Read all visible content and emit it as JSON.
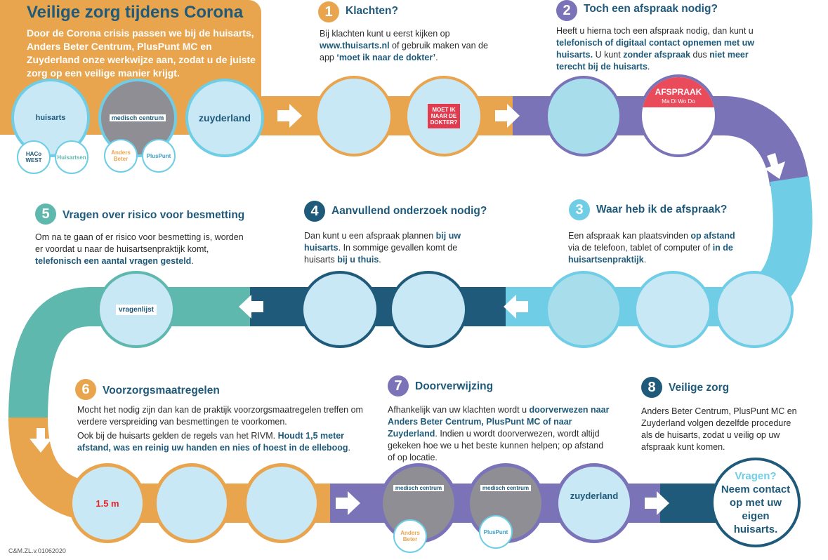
{
  "colors": {
    "orange": "#E8A54E",
    "purple": "#7B73B8",
    "light_blue": "#6FCDE6",
    "dark_blue": "#1F5A7A",
    "teal": "#5FB8AD"
  },
  "header": {
    "title": "Veilige zorg tijdens Corona",
    "intro": "Door de Corona crisis passen we bij de huisarts, Anders Beter Centrum, PlusPunt MC en Zuyderland onze werkwijze aan, zodat u de juiste zorg op een veilige manier krijgt."
  },
  "illustrations": {
    "huisarts": "huisarts",
    "medisch_centrum": "medisch centrum",
    "zuyderland": "zuyderland",
    "haco_west": "HACo WEST",
    "huisartsen": "Huisartsen",
    "anders_beter": "Anders Beter",
    "pluspunt": "PlusPunt",
    "app_screen": "MOET IK NAAR DE DOKTER?",
    "afspraak": "AFSPRAAK",
    "weekdays": "Ma Di Wo Do",
    "vragenlijst": "vragenlijst",
    "distance": "1.5 m"
  },
  "steps": [
    {
      "number": "1",
      "title": "Klachten?",
      "color": "#E8A54E",
      "body": [
        {
          "t": "Bij klachten kunt u eerst kijken op "
        },
        {
          "t": "www.thuisarts.nl",
          "b": true
        },
        {
          "t": " of gebruik maken van de app "
        },
        {
          "t": "‘moet ik naar de dokter’",
          "b": true
        },
        {
          "t": "."
        }
      ]
    },
    {
      "number": "2",
      "title": "Toch een afspraak nodig?",
      "color": "#7B73B8",
      "body": [
        {
          "t": "Heeft u hierna toch een afspraak nodig, dan kunt u "
        },
        {
          "t": "telefonisch of digitaal contact opnemen met uw huisarts.",
          "b": true
        },
        {
          "t": " U kunt "
        },
        {
          "t": "zonder afspraak",
          "b": true
        },
        {
          "t": " dus "
        },
        {
          "t": "niet meer terecht bij de huisarts",
          "b": true
        },
        {
          "t": "."
        }
      ]
    },
    {
      "number": "3",
      "title": "Waar heb ik de afspraak?",
      "color": "#6FCDE6",
      "body": [
        {
          "t": "Een afspraak kan plaatsvinden "
        },
        {
          "t": "op afstand",
          "b": true
        },
        {
          "t": " via de telefoon, tablet of computer of "
        },
        {
          "t": "in de huisartsenpraktijk",
          "b": true
        },
        {
          "t": "."
        }
      ]
    },
    {
      "number": "4",
      "title": "Aanvullend onderzoek nodig?",
      "color": "#1F5A7A",
      "body": [
        {
          "t": "Dan kunt u een afspraak plannen "
        },
        {
          "t": "bij uw huisarts",
          "b": true
        },
        {
          "t": ". In sommige gevallen komt de huisarts "
        },
        {
          "t": "bij u thuis",
          "b": true
        },
        {
          "t": "."
        }
      ]
    },
    {
      "number": "5",
      "title": "Vragen over risico voor besmetting",
      "color": "#5FB8AD",
      "body": [
        {
          "t": "Om na te gaan of er risico voor besmetting is, worden er voordat u naar de huisartsenpraktijk komt, "
        },
        {
          "t": "telefonisch een aantal vragen gesteld",
          "b": true
        },
        {
          "t": "."
        }
      ]
    },
    {
      "number": "6",
      "title": "Voorzorgsmaatregelen",
      "color": "#E8A54E",
      "body": [
        {
          "t": "Mocht het nodig zijn dan kan de praktijk voorzorgsmaatregelen treffen om verdere verspreiding van besmettingen te voorkomen."
        }
      ],
      "body2": [
        {
          "t": "Ook bij de huisarts gelden de regels van het RIVM. "
        },
        {
          "t": "Houdt 1,5 meter afstand, was en reinig uw handen en nies of hoest in de elleboog",
          "b": true
        },
        {
          "t": "."
        }
      ]
    },
    {
      "number": "7",
      "title": "Doorverwijzing",
      "color": "#7B73B8",
      "body": [
        {
          "t": "Afhankelijk van uw klachten wordt u "
        },
        {
          "t": "doorverwezen naar Anders Beter Centrum, PlusPunt MC of naar Zuyderland",
          "b": true
        },
        {
          "t": ". Indien u wordt doorverwezen, wordt altijd gekeken hoe we u het beste kunnen helpen; op afstand of op locatie."
        }
      ]
    },
    {
      "number": "8",
      "title": "Veilige zorg",
      "color": "#1F5A7A",
      "body": [
        {
          "t": "Anders Beter Centrum, PlusPunt MC en Zuyderland volgen dezelfde procedure als de huisarts, zodat u veilig op uw afspraak kunt komen."
        }
      ]
    }
  ],
  "final": {
    "line1": "Vragen?",
    "line2": "Neem contact op met uw eigen huisarts."
  },
  "footer": "C&M.ZL.v.01062020"
}
